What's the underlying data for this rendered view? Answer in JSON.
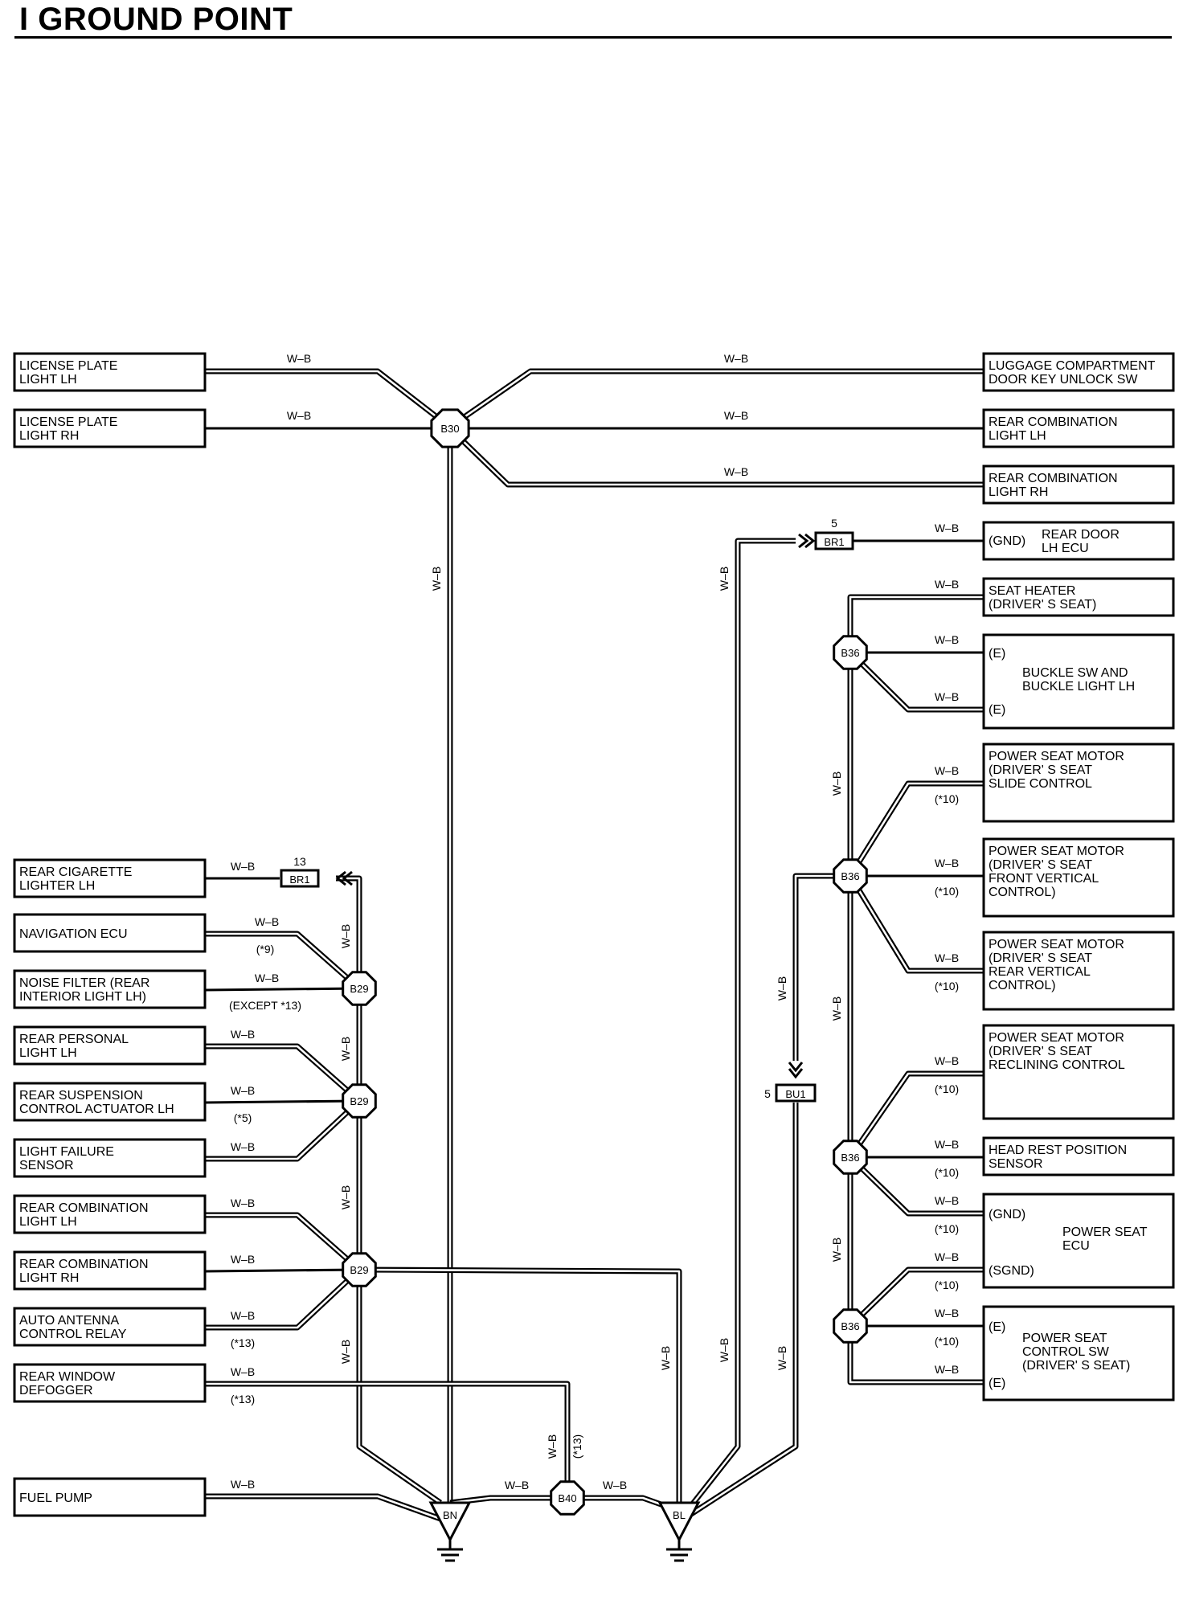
{
  "title": "I  GROUND POINT",
  "wire_color": "W–B",
  "ground_points": [
    {
      "label": "BN"
    },
    {
      "label": "BL"
    }
  ],
  "junctions": {
    "b30": "B30",
    "b29": "B29",
    "b36": "B36",
    "b40": "B40"
  },
  "connectors": {
    "br1_right": {
      "label": "BR1",
      "pin": "5"
    },
    "br1_left": {
      "label": "BR1",
      "pin": "13"
    },
    "bu1": {
      "label": "BU1",
      "pin": "5"
    }
  },
  "left_components": [
    {
      "lines": [
        "LICENSE PLATE",
        "LIGHT LH"
      ]
    },
    {
      "lines": [
        "LICENSE PLATE",
        "LIGHT RH"
      ]
    },
    {
      "lines": [
        "REAR CIGARETTE",
        "LIGHTER LH"
      ]
    },
    {
      "lines": [
        "NAVIGATION ECU"
      ]
    },
    {
      "lines": [
        "NOISE FILTER (REAR",
        "INTERIOR LIGHT LH)"
      ]
    },
    {
      "lines": [
        "REAR PERSONAL",
        "LIGHT LH"
      ]
    },
    {
      "lines": [
        "REAR SUSPENSION",
        "CONTROL ACTUATOR LH"
      ]
    },
    {
      "lines": [
        "LIGHT FAILURE",
        "SENSOR"
      ]
    },
    {
      "lines": [
        "REAR COMBINATION",
        "LIGHT LH"
      ]
    },
    {
      "lines": [
        "REAR COMBINATION",
        "LIGHT RH"
      ]
    },
    {
      "lines": [
        "AUTO ANTENNA",
        "CONTROL RELAY"
      ]
    },
    {
      "lines": [
        "REAR WINDOW",
        "DEFOGGER"
      ]
    },
    {
      "lines": [
        "FUEL PUMP"
      ]
    }
  ],
  "right_components": [
    {
      "lines": [
        "LUGGAGE COMPARTMENT",
        "DOOR KEY UNLOCK SW"
      ]
    },
    {
      "lines": [
        "REAR COMBINATION",
        "LIGHT LH"
      ]
    },
    {
      "lines": [
        "REAR COMBINATION",
        "LIGHT RH"
      ]
    },
    {
      "lines": [
        "REAR DOOR",
        "LH ECU"
      ],
      "pins": [
        "(GND)"
      ]
    },
    {
      "lines": [
        "SEAT HEATER",
        "(DRIVER' S SEAT)"
      ]
    },
    {
      "lines": [
        "BUCKLE SW AND",
        "BUCKLE LIGHT LH"
      ],
      "pins": [
        "(E)",
        "(E)"
      ]
    },
    {
      "lines": [
        "POWER SEAT MOTOR",
        "(DRIVER' S SEAT",
        " SLIDE CONTROL"
      ]
    },
    {
      "lines": [
        "POWER SEAT MOTOR",
        "(DRIVER' S SEAT",
        " FRONT VERTICAL",
        " CONTROL)"
      ]
    },
    {
      "lines": [
        "POWER SEAT MOTOR",
        "(DRIVER' S SEAT",
        " REAR VERTICAL",
        " CONTROL)"
      ]
    },
    {
      "lines": [
        "POWER SEAT MOTOR",
        "(DRIVER' S SEAT",
        " RECLINING CONTROL"
      ]
    },
    {
      "lines": [
        "HEAD REST POSITION",
        "SENSOR"
      ]
    },
    {
      "lines": [
        "POWER SEAT",
        "ECU"
      ],
      "pins": [
        "(GND)",
        "(SGND)"
      ]
    },
    {
      "lines": [
        "POWER SEAT",
        "CONTROL SW",
        "(DRIVER' S SEAT)"
      ],
      "pins": [
        "(E)",
        "(E)"
      ]
    }
  ],
  "conditions": {
    "c9": "(*9)",
    "except13": "(EXCEPT *13)",
    "c5": "(*5)",
    "c13": "(*13)",
    "c10": "(*10)"
  }
}
